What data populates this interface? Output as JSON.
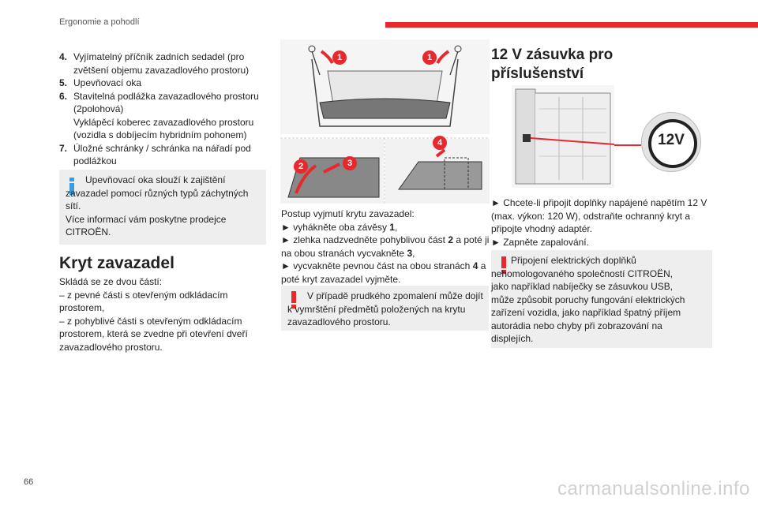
{
  "header": {
    "section_title": "Ergonomie a pohodlí",
    "accent_color": "#e8282d"
  },
  "left": {
    "list": [
      {
        "num": "4.",
        "text": "Vyjímatelný příčník zadních sedadel (pro zvětšení objemu zavazadlového prostoru)"
      },
      {
        "num": "5.",
        "text": "Upevňovací oka"
      },
      {
        "num": "6.",
        "text": "Stavitelná podlážka zavazadlového prostoru (2polohová)"
      },
      {
        "num": "",
        "text": "Vyklápěcí koberec zavazadlového prostoru (vozidla s dobíjecím hybridním pohonem)"
      },
      {
        "num": "7.",
        "text": "Úložné schránky / schránka na nářadí pod podlážkou"
      }
    ],
    "info_box": "Upevňovací oka slouží k zajištění zavazadel pomocí různých typů záchytných sítí.\nVíce informací vám poskytne prodejce CITROËN.",
    "section_title": "Kryt zavazadel",
    "body": [
      "Skládá se ze dvou částí:",
      "– z pevné části s otevřeným odkládacím prostorem,",
      "– z pohyblivé části s otevřeným odkládacím prostorem, která se zvedne při otevření dveří zavazadlového prostoru."
    ]
  },
  "middle": {
    "figure_callouts": [
      "1",
      "1",
      "2",
      "3",
      "4"
    ],
    "steps_intro": "Postup vyjmutí krytu zavazadel:",
    "steps": [
      {
        "prefix": "► vyhákněte oba závěsy ",
        "num": "1",
        "suffix": ","
      },
      {
        "prefix": "► zlehka nadzvedněte pohyblivou část ",
        "num": "2",
        "suffix": " a poté ji na obou stranách vycvakněte ",
        "num2": "3",
        "suffix2": ","
      },
      {
        "prefix": "► vycvakněte pevnou část na obou stranách ",
        "num": "4",
        "suffix": " a poté kryt zavazadel vyjměte."
      }
    ],
    "warning_box": "V případě prudkého zpomalení může dojít k vymrštění předmětů položených na krytu zavazadlového prostoru."
  },
  "right": {
    "section_title": "12 V zásuvka pro příslušenství",
    "socket_label": "12V",
    "body": [
      "► Chcete-li připojit doplňky napájené napětím 12 V (max. výkon: 120 W), odstraňte ochranný kryt a připojte vhodný adaptér.",
      "► Zapněte zapalování."
    ],
    "warning_box": "Připojení elektrických doplňků nehomologovaného společností CITROËN, jako například nabíječky se zásuvkou USB, může způsobit poruchy fungování elektrických zařízení vozidla, jako například špatný příjem autorádia nebo chyby při zobrazování na displejích."
  },
  "footer": {
    "page_number": "66",
    "watermark": "carmanualsonline.info"
  }
}
